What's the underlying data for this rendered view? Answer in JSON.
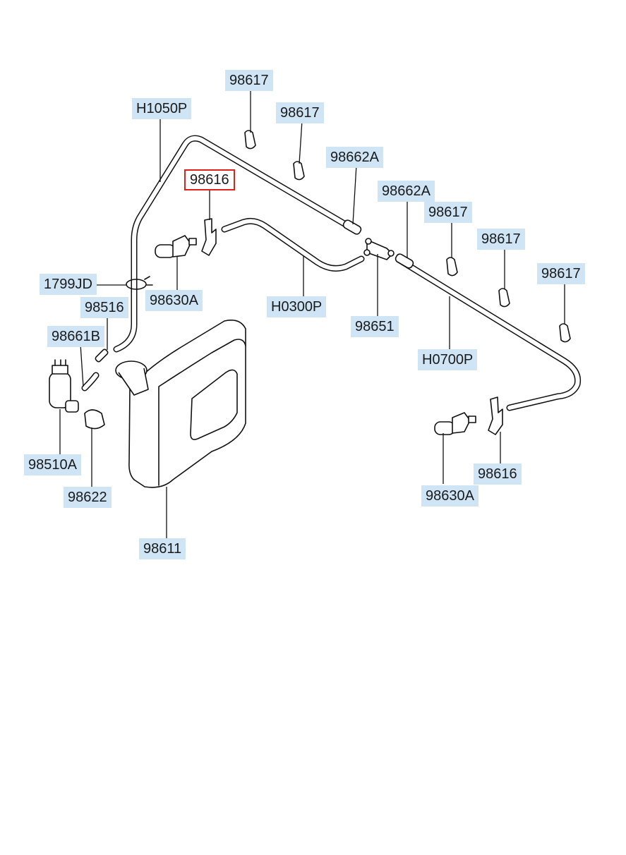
{
  "labels": {
    "clip_1": "98617",
    "clip_2": "98617",
    "clip_3": "98617",
    "clip_4": "98617",
    "clip_5": "98617",
    "hose_main": "H1050P",
    "connector_left": "98662A",
    "connector_right": "98662A",
    "nozzle_bracket_left": "98616",
    "nozzle_bracket_right": "98616",
    "grommet_clip": "1799JD",
    "nozzle_left": "98630A",
    "nozzle_right": "98630A",
    "hose_mid": "H0300P",
    "joint": "98651",
    "valve": "98516",
    "hose_short": "98661B",
    "hose_right": "H0700P",
    "pump": "98510A",
    "grommet": "98622",
    "reservoir": "98611"
  },
  "selected_part": "98616",
  "colors": {
    "label_background": "#cfe5f6",
    "selected_border": "#e0201b",
    "line": "#111111"
  }
}
